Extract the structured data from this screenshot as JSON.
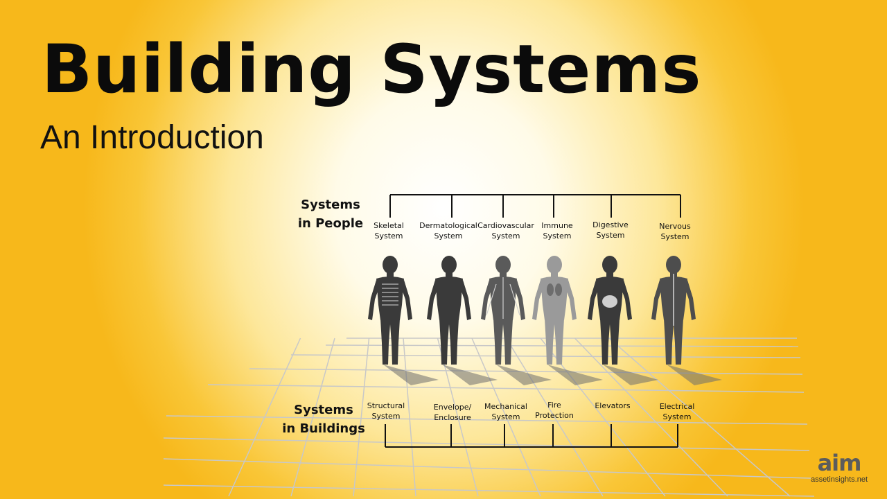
{
  "slide": {
    "title": "Building Systems",
    "subtitle": "An Introduction"
  },
  "people": {
    "heading_line1": "Systems",
    "heading_line2": "in People",
    "items": [
      {
        "line1": "Skeletal",
        "line2": "System"
      },
      {
        "line1": "Dermatological",
        "line2": "System"
      },
      {
        "line1": "Cardiovascular",
        "line2": "System"
      },
      {
        "line1": "Immune",
        "line2": "System"
      },
      {
        "line1": "Digestive",
        "line2": "System"
      },
      {
        "line1": "Nervous",
        "line2": "System"
      }
    ]
  },
  "buildings": {
    "heading_line1": "Systems",
    "heading_line2": "in Buildings",
    "items": [
      {
        "line1": "Structural",
        "line2": "System"
      },
      {
        "line1": "Envelope/",
        "line2": "Enclosure"
      },
      {
        "line1": "Mechanical",
        "line2": "System"
      },
      {
        "line1": "Fire",
        "line2": "Protection"
      },
      {
        "line1": "Elevators",
        "line2": ""
      },
      {
        "line1": "Electrical",
        "line2": "System"
      }
    ]
  },
  "logo": {
    "mark": "aim",
    "url": "assetinsights.net"
  },
  "colors": {
    "background_center": "#ffffff",
    "background_edge": "#f7b81b",
    "figure_dark": "#3a3a3a",
    "figure_immune": "#9a9a9a",
    "bracket": "#111111",
    "grid": "#c8c8c8"
  }
}
